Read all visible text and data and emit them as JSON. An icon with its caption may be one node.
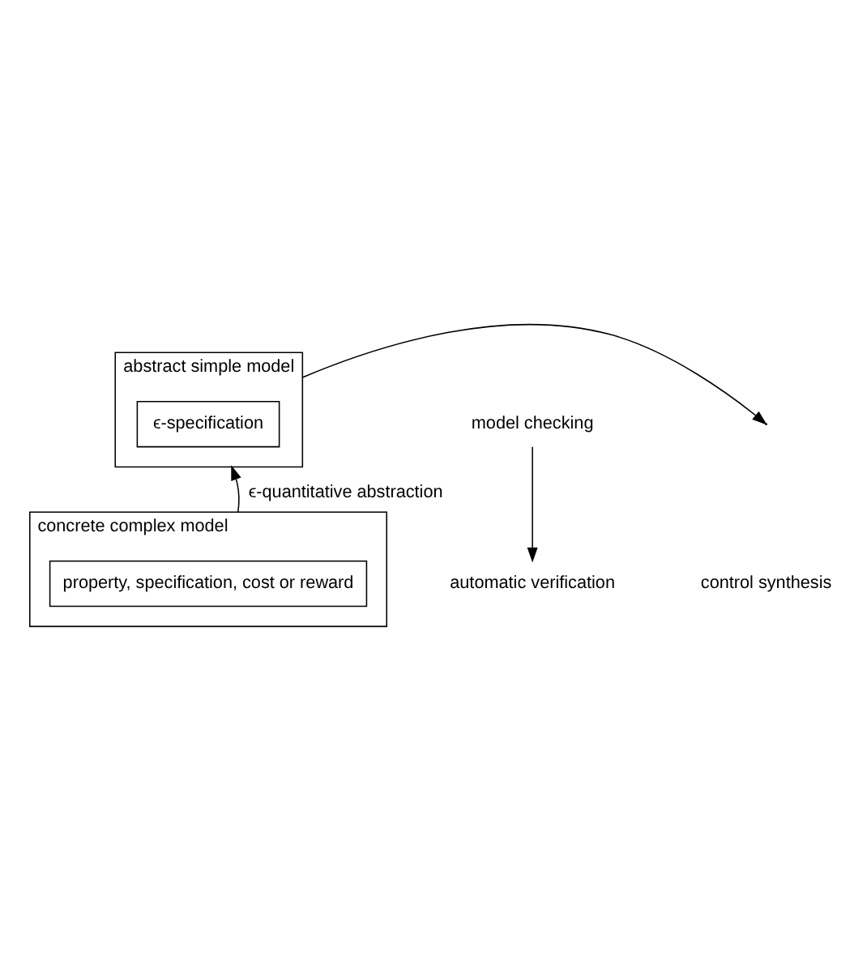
{
  "diagram": {
    "nodes": [
      {
        "text": [
          "abstract simple model"
        ]
      },
      {
        "text": [
          "ϵ-specification"
        ],
        "in": 0
      },
      {
        "text": [
          "concrete complex model"
        ]
      },
      {
        "text": [
          "property, specification, cost or reward"
        ],
        "in": 2
      },
      {
        "text": [
          "model checking"
        ]
      },
      {
        "text": [
          "automatic verification"
        ]
      }
    ],
    "edges": [
      {
        "from": 2,
        "to": 0,
        "arrow": "to",
        "label": "ϵ-quantitative abstraction"
      },
      {
        "from": 4,
        "to": 5,
        "arrow": "to"
      },
      {
        "from": 0,
        "to": null,
        "arrow": "to"
      }
    ],
    "labels": [
      "control synthesis"
    ]
  }
}
